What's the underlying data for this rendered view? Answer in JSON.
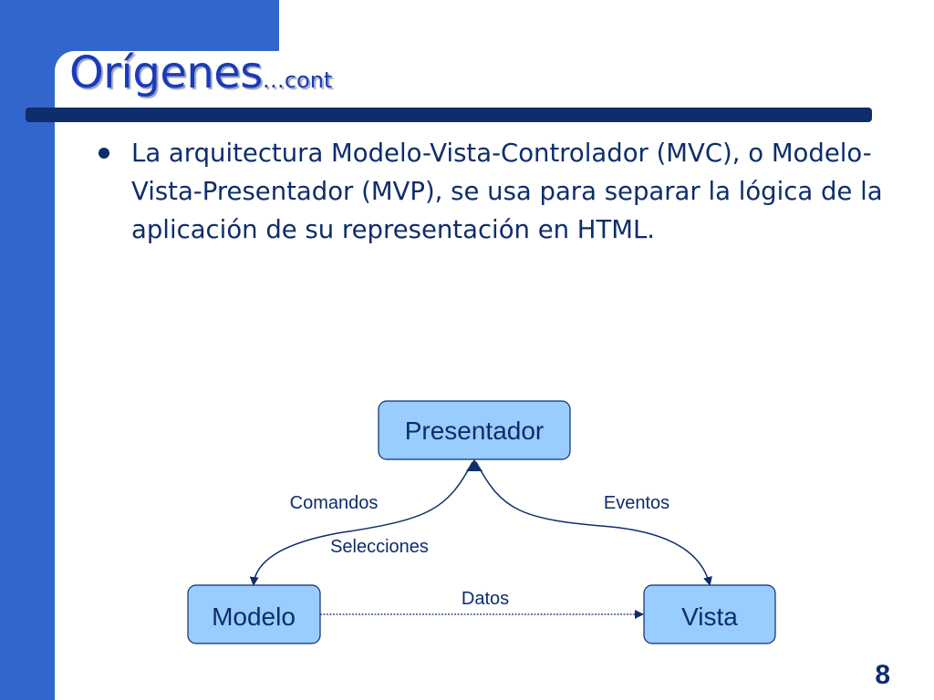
{
  "slide": {
    "title": "Orígenes",
    "title_suffix": "…cont",
    "bullets": [
      "La arquitectura Modelo-Vista-Controlador (MVC), o Modelo-Vista-Presentador (MVP), se usa para separar la lógica de la aplicación de su representación en HTML."
    ],
    "page_number": "8"
  },
  "diagram": {
    "nodes": {
      "presentador": "Presentador",
      "modelo": "Modelo",
      "vista": "Vista"
    },
    "edge_labels": {
      "comandos": "Comandos",
      "selecciones": "Selecciones",
      "eventos": "Eventos",
      "datos": "Datos"
    }
  },
  "colors": {
    "accent_blue": "#3366cc",
    "navy": "#0d2d6b",
    "title_blue": "#1a3ab8",
    "node_fill": "#99ccff",
    "node_text": "#0d2d6b"
  }
}
